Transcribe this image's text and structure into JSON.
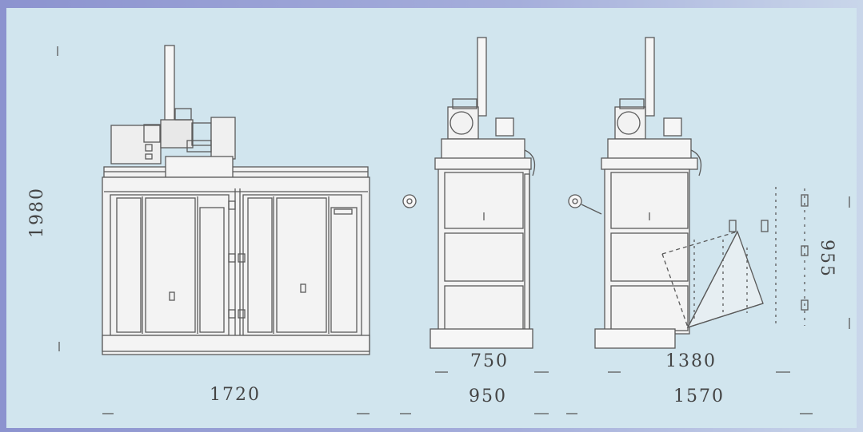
{
  "dimensions": {
    "height_total": "1980",
    "width_front": "1720",
    "depth_body": "750",
    "depth_total": "950",
    "depth_door_open": "1380",
    "depth_door_total": "1570",
    "door_side": "955"
  },
  "colors": {
    "frame": "#9aa2d6",
    "background": "#d1e5ee",
    "line": "#555555"
  }
}
